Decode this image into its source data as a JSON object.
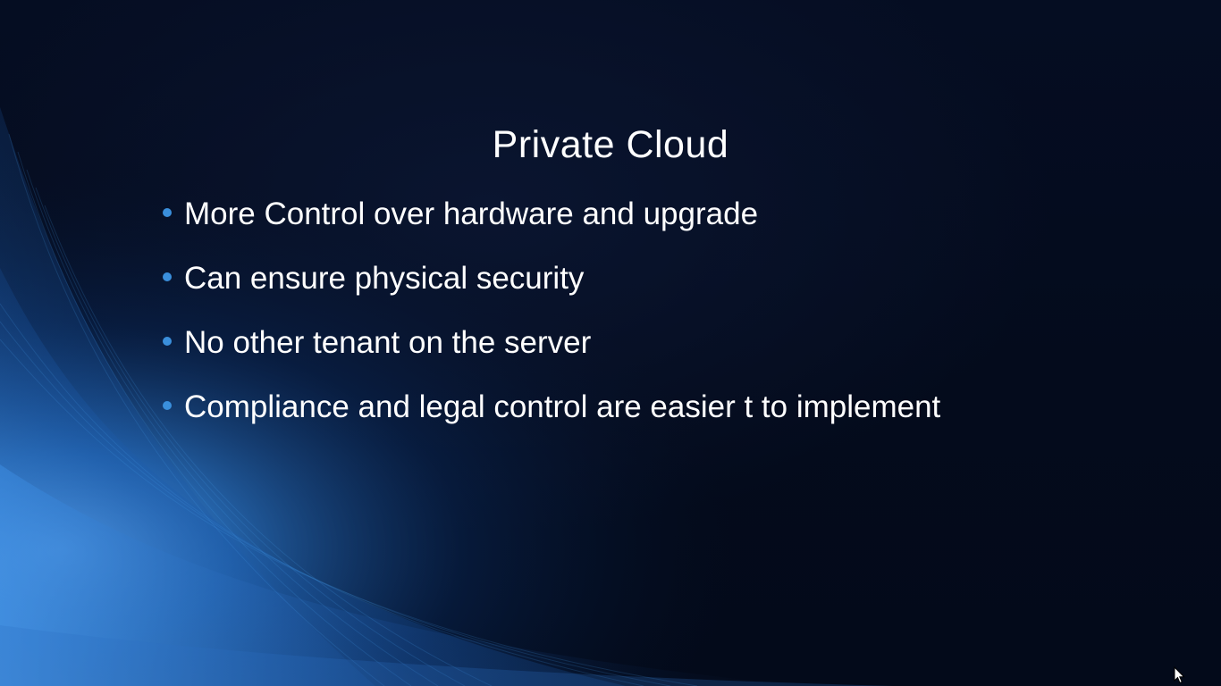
{
  "slide": {
    "title": "Private Cloud",
    "bullets": [
      "More Control over hardware and upgrade",
      "Can ensure physical security",
      "No other tenant on the server",
      "Compliance and legal control are easier t to implement"
    ]
  },
  "colors": {
    "background": "#040a18",
    "text": "#ffffff",
    "bullet_accent": "#3a8fdc",
    "swoosh": "#2f7fd6"
  },
  "icons": {
    "cursor": "mouse-pointer-icon",
    "bullet": "bullet-dot-icon"
  }
}
